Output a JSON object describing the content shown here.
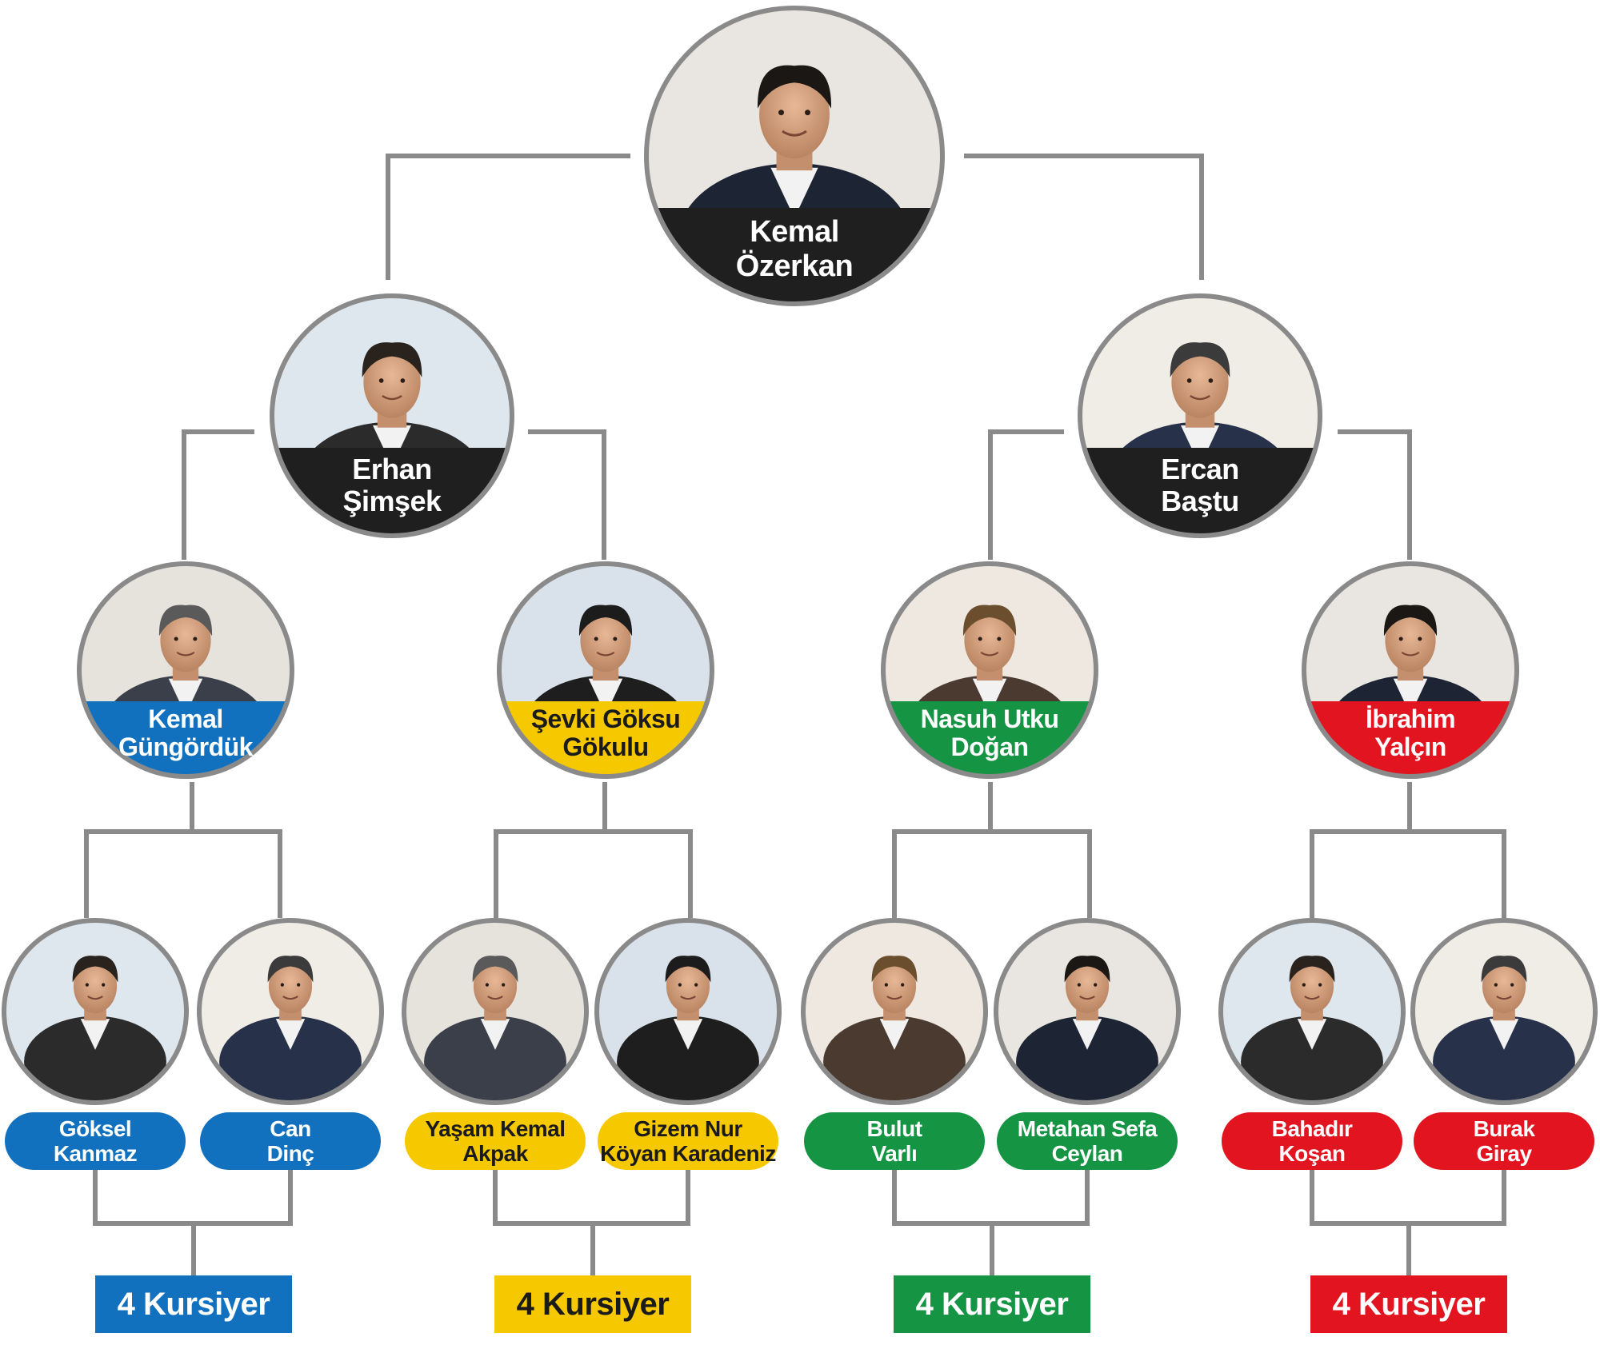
{
  "colors": {
    "connector": "#8a8a8a",
    "ring": "#8a8a8a",
    "dark_band": "#1f1f1f",
    "blue": "#1271be",
    "yellow": "#f6c800",
    "green": "#159443",
    "red": "#e2141f",
    "white_text": "#ffffff",
    "dark_text": "#1a1a1a"
  },
  "nodes": {
    "root": {
      "line1": "Kemal",
      "line2": "Özerkan",
      "band": "dark_band",
      "photo": "portrait-photo"
    },
    "level1": [
      {
        "line1": "Erhan",
        "line2": "Şimşek",
        "band": "dark_band",
        "photo": "portrait-photo"
      },
      {
        "line1": "Ercan",
        "line2": "Baştu",
        "band": "dark_band",
        "photo": "portrait-photo"
      }
    ],
    "level2": [
      {
        "line1": "Kemal",
        "line2": "Güngördük",
        "band": "blue",
        "photo": "portrait-photo"
      },
      {
        "line1": "Şevki Göksu",
        "line2": "Gökulu",
        "band": "yellow",
        "photo": "portrait-photo"
      },
      {
        "line1": "Nasuh Utku",
        "line2": "Doğan",
        "band": "green",
        "photo": "portrait-photo"
      },
      {
        "line1": "İbrahim",
        "line2": "Yalçın",
        "band": "red",
        "photo": "portrait-photo"
      }
    ],
    "level3": [
      {
        "line1": "Göksel",
        "line2": "Kanmaz",
        "pill": "blue",
        "photo": "portrait-photo"
      },
      {
        "line1": "Can",
        "line2": "Dinç",
        "pill": "blue",
        "photo": "portrait-photo"
      },
      {
        "line1": "Yaşam Kemal",
        "line2": "Akpak",
        "pill": "yellow",
        "photo": "portrait-photo"
      },
      {
        "line1": "Gizem Nur",
        "line2": "Köyan Karadeniz",
        "pill": "yellow",
        "photo": "portrait-photo"
      },
      {
        "line1": "Bulut",
        "line2": "Varlı",
        "pill": "green",
        "photo": "portrait-photo"
      },
      {
        "line1": "Metahan Sefa",
        "line2": "Ceylan",
        "pill": "green",
        "photo": "portrait-photo"
      },
      {
        "line1": "Bahadır",
        "line2": "Koşan",
        "pill": "red",
        "photo": "portrait-photo"
      },
      {
        "line1": "Burak",
        "line2": "Giray",
        "pill": "red",
        "photo": "portrait-photo"
      }
    ]
  },
  "groups": [
    {
      "label": "4 Kursiyer",
      "color": "blue"
    },
    {
      "label": "4 Kursiyer",
      "color": "yellow"
    },
    {
      "label": "4 Kursiyer",
      "color": "green"
    },
    {
      "label": "4 Kursiyer",
      "color": "red"
    }
  ]
}
